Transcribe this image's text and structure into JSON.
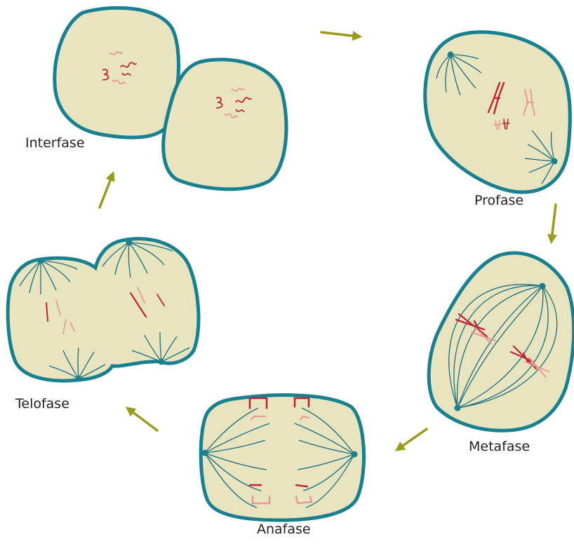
{
  "labels": {
    "interfase": "Interfase",
    "profase": "Profase",
    "metafase": "Metafase",
    "anafase": "Anafase",
    "telofase": "Telofase"
  },
  "colors": {
    "cell_fill": "#e8e4c0",
    "membrane": "#18808f",
    "spindle": "#1a6e7d",
    "chromosome_dark": "#c0233a",
    "chromosome_light": "#e79a95",
    "arrow": "#9a9b1e"
  }
}
